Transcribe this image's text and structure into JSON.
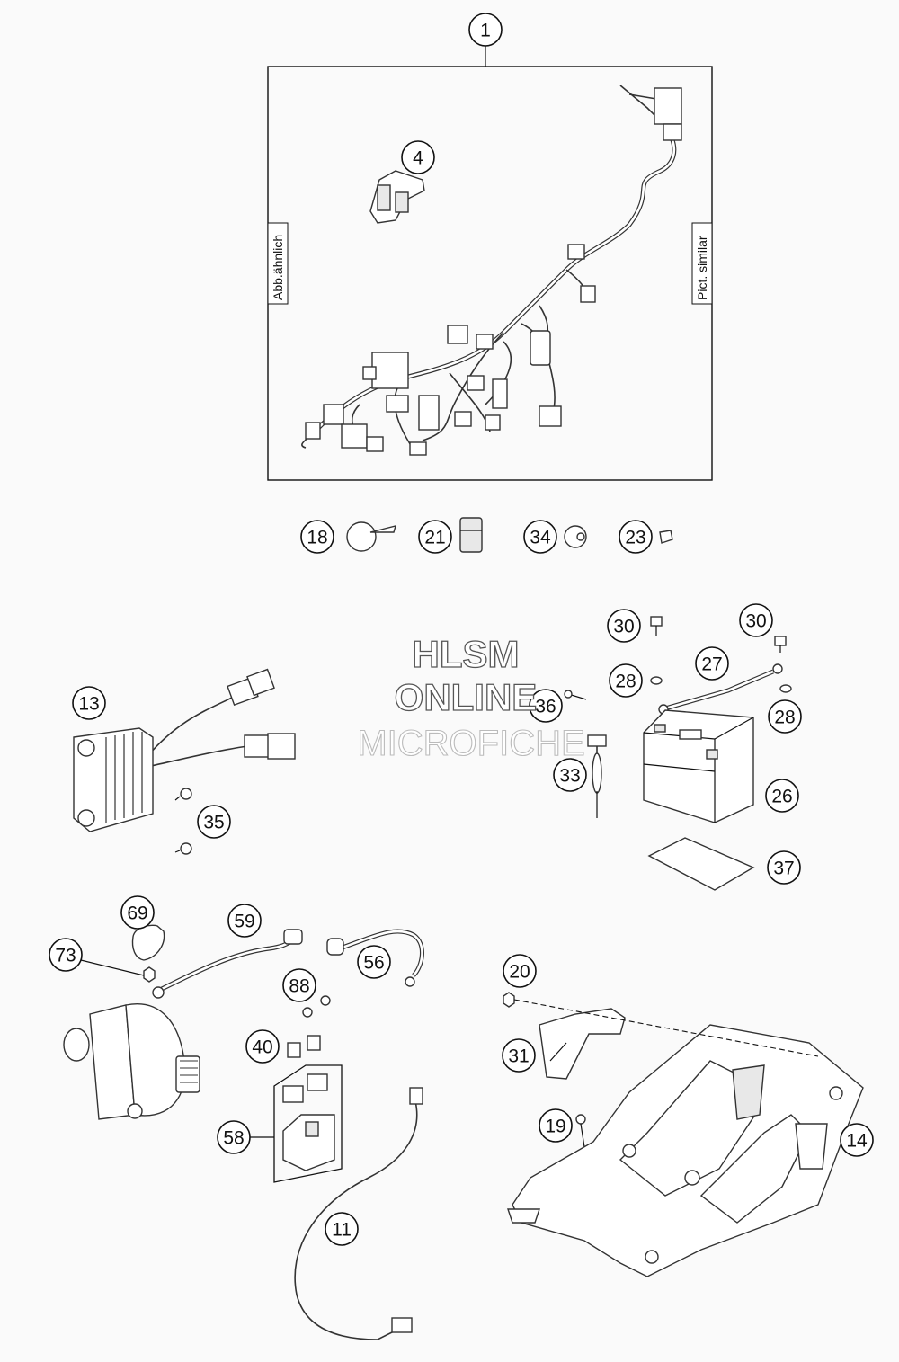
{
  "labels": {
    "side_left": "Abb.ähnlich",
    "side_right": "Pict. similar"
  },
  "watermark": {
    "line1": "HLSM",
    "line2": "ONLINE",
    "line3": "MICROFICHE"
  },
  "callouts": {
    "c1": "1",
    "c4": "4",
    "c18": "18",
    "c21": "21",
    "c34": "34",
    "c23": "23",
    "c13": "13",
    "c35": "35",
    "c30a": "30",
    "c30b": "30",
    "c28a": "28",
    "c28b": "28",
    "c27": "27",
    "c36": "36",
    "c33": "33",
    "c26": "26",
    "c37": "37",
    "c69": "69",
    "c59": "59",
    "c73": "73",
    "c56": "56",
    "c88": "88",
    "c40": "40",
    "c58": "58",
    "c11": "11",
    "c20": "20",
    "c31": "31",
    "c19": "19",
    "c14": "14"
  }
}
